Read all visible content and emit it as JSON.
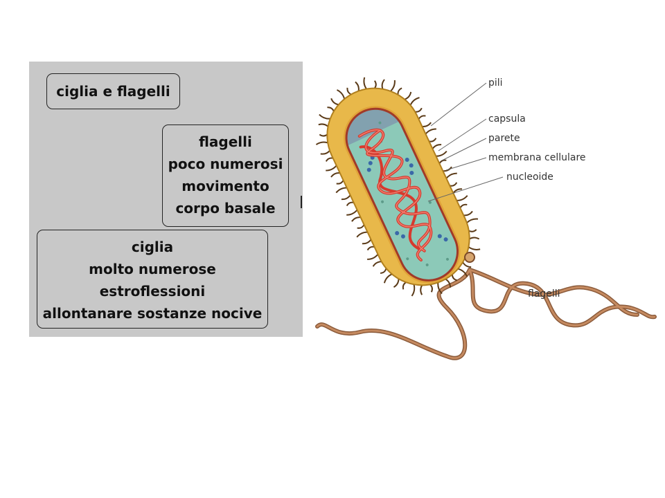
{
  "left_panel": {
    "title_box": {
      "lines": [
        "ciglia e flagelli"
      ]
    },
    "flagelli_box": {
      "lines": [
        "flagelli",
        "poco numerosi",
        "movimento",
        "corpo basale"
      ]
    },
    "ciglia_box": {
      "lines": [
        "ciglia",
        "molto numerose",
        "estroflessioni",
        "allontanare sostanze nocive"
      ]
    }
  },
  "figure": {
    "labels": {
      "pili": "pili",
      "capsula": "capsula",
      "parete": "parete",
      "membrana": "membrana cellulare",
      "nucleoide": "nucleoide",
      "flagelli": "flagelli"
    }
  },
  "colors": {
    "panel": "#c8c8c8",
    "capsule": "#e8b84a",
    "cytoplasm": "#8cc9b8",
    "nucleoid": "#d63a2e",
    "flagella": "#a9714a"
  }
}
